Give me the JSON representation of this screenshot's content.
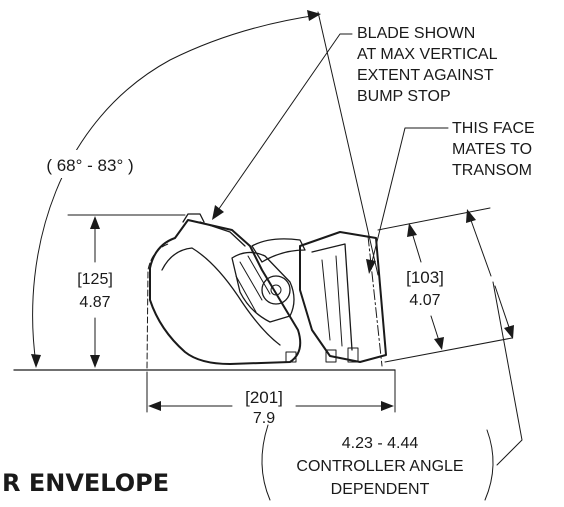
{
  "annotations": {
    "blade_note": [
      "BLADE SHOWN",
      "AT MAX VERTICAL",
      "EXTENT  AGAINST",
      "BUMP STOP"
    ],
    "face_note": [
      "THIS FACE",
      "MATES TO",
      "TRANSOM"
    ],
    "angle_range": "( 68° - 83° )",
    "height_mm": "[125]",
    "height_in": "4.87",
    "width_mm": "[201]",
    "width_in": "7.9",
    "face_mm": "[103]",
    "face_in": "4.07",
    "controller_note": [
      "4.23 - 4.44",
      "CONTROLLER ANGLE",
      "DEPENDENT"
    ],
    "section_title": "R ENVELOPE"
  }
}
